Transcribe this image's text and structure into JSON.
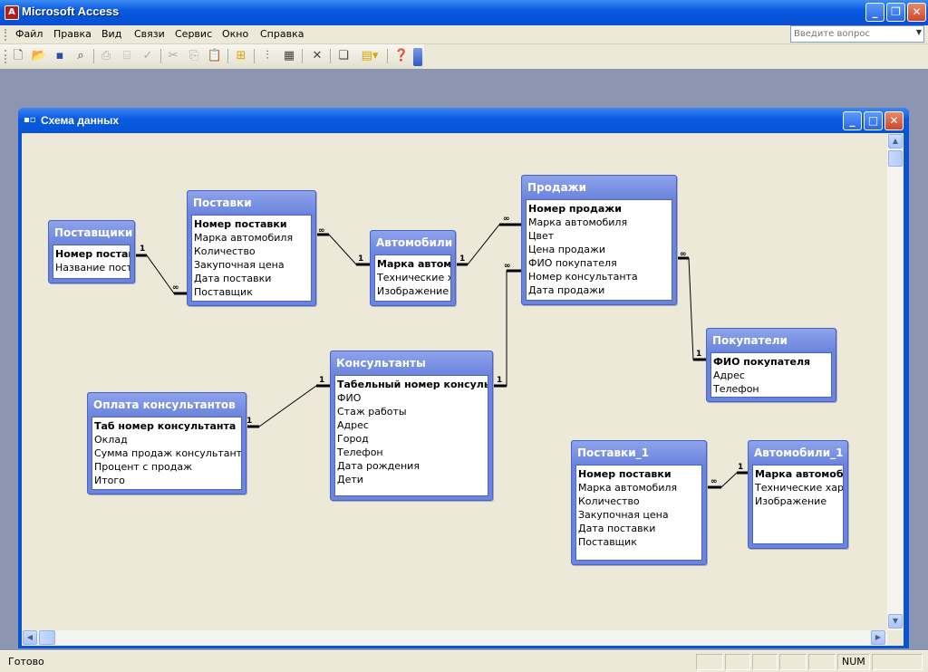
{
  "app": {
    "title": "Microsoft Access",
    "icon": "access-key-icon"
  },
  "menu": {
    "items": [
      "Файл",
      "Правка",
      "Вид",
      "Связи",
      "Сервис",
      "Окно",
      "Справка"
    ],
    "help_placeholder": "Введите вопрос"
  },
  "toolbar": {
    "buttons": [
      "new-icon",
      "open-icon",
      "save-icon",
      "print-preview-icon",
      "print-icon",
      "preview-icon",
      "spelling-icon",
      "cut-icon",
      "copy-icon",
      "paste-icon",
      "show-table-icon",
      "show-direct-icon",
      "show-all-icon",
      "delete-icon",
      "new-object-icon",
      "new-object-menu-icon",
      "help-icon"
    ]
  },
  "child_window": {
    "title": "Схема данных"
  },
  "tables": [
    {
      "id": "t1",
      "name": "Поставщики",
      "fields": [
        {
          "text": "Номер поставщика",
          "pk": true
        },
        {
          "text": "Название поставщика",
          "pk": false
        }
      ]
    },
    {
      "id": "t2",
      "name": "Поставки",
      "fields": [
        {
          "text": "Номер поставки",
          "pk": true
        },
        {
          "text": "Марка автомобиля",
          "pk": false
        },
        {
          "text": "Количество",
          "pk": false
        },
        {
          "text": "Закупочная цена",
          "pk": false
        },
        {
          "text": "Дата поставки",
          "pk": false
        },
        {
          "text": "Поставщик",
          "pk": false
        }
      ]
    },
    {
      "id": "t3",
      "name": "Автомобили",
      "fields": [
        {
          "text": "Марка автомобиля",
          "pk": true
        },
        {
          "text": "Технические характеристики",
          "pk": false
        },
        {
          "text": "Изображение",
          "pk": false
        }
      ]
    },
    {
      "id": "t4",
      "name": "Продажи",
      "fields": [
        {
          "text": "Номер продажи",
          "pk": true
        },
        {
          "text": "Марка автомобиля",
          "pk": false
        },
        {
          "text": "Цвет",
          "pk": false
        },
        {
          "text": "Цена продажи",
          "pk": false
        },
        {
          "text": "ФИО покупателя",
          "pk": false
        },
        {
          "text": "Номер консультанта",
          "pk": false
        },
        {
          "text": "Дата продажи",
          "pk": false
        }
      ]
    },
    {
      "id": "t5",
      "name": "Покупатели",
      "fields": [
        {
          "text": "ФИО покупателя",
          "pk": true
        },
        {
          "text": "Адрес",
          "pk": false
        },
        {
          "text": "Телефон",
          "pk": false
        }
      ]
    },
    {
      "id": "t6",
      "name": "Консультанты",
      "fields": [
        {
          "text": "Табельный номер консультанта",
          "pk": true
        },
        {
          "text": "ФИО",
          "pk": false
        },
        {
          "text": "Стаж работы",
          "pk": false
        },
        {
          "text": "Адрес",
          "pk": false
        },
        {
          "text": "Город",
          "pk": false
        },
        {
          "text": "Телефон",
          "pk": false
        },
        {
          "text": "Дата рождения",
          "pk": false
        },
        {
          "text": "Дети",
          "pk": false
        }
      ]
    },
    {
      "id": "t7",
      "name": "Оплата консультантов",
      "fields": [
        {
          "text": "Таб номер  консультанта",
          "pk": true
        },
        {
          "text": "Оклад",
          "pk": false
        },
        {
          "text": "Сумма продаж консультанта",
          "pk": false
        },
        {
          "text": "Процент с продаж",
          "pk": false
        },
        {
          "text": "Итого",
          "pk": false
        }
      ]
    },
    {
      "id": "t8",
      "name": "Поставки_1",
      "fields": [
        {
          "text": "Номер поставки",
          "pk": true
        },
        {
          "text": "Марка автомобиля",
          "pk": false
        },
        {
          "text": "Количество",
          "pk": false
        },
        {
          "text": "Закупочная цена",
          "pk": false
        },
        {
          "text": "Дата поставки",
          "pk": false
        },
        {
          "text": "Поставщик",
          "pk": false
        }
      ]
    },
    {
      "id": "t9",
      "name": "Автомобили_1",
      "fields": [
        {
          "text": "Марка автомобиля",
          "pk": true
        },
        {
          "text": "Технические характеристики",
          "pk": false
        },
        {
          "text": "Изображение",
          "pk": false
        }
      ]
    }
  ],
  "relationships": [
    {
      "from": "Поставщики",
      "to": "Поставки",
      "one_label": "1",
      "many_label": "∞"
    },
    {
      "from": "Автомобили",
      "to": "Поставки",
      "one_label": "1",
      "many_label": "∞"
    },
    {
      "from": "Автомобили",
      "to": "Продажи",
      "one_label": "1",
      "many_label": "∞"
    },
    {
      "from": "Покупатели",
      "to": "Продажи",
      "one_label": "1",
      "many_label": "∞"
    },
    {
      "from": "Консультанты",
      "to": "Продажи",
      "one_label": "1",
      "many_label": "∞"
    },
    {
      "from": "Консультанты",
      "to": "Оплата консультантов",
      "one_label": "1",
      "many_label": "1"
    },
    {
      "from": "Автомобили_1",
      "to": "Поставки_1",
      "one_label": "1",
      "many_label": "∞"
    }
  ],
  "status": {
    "text": "Готово",
    "num": "NUM"
  }
}
